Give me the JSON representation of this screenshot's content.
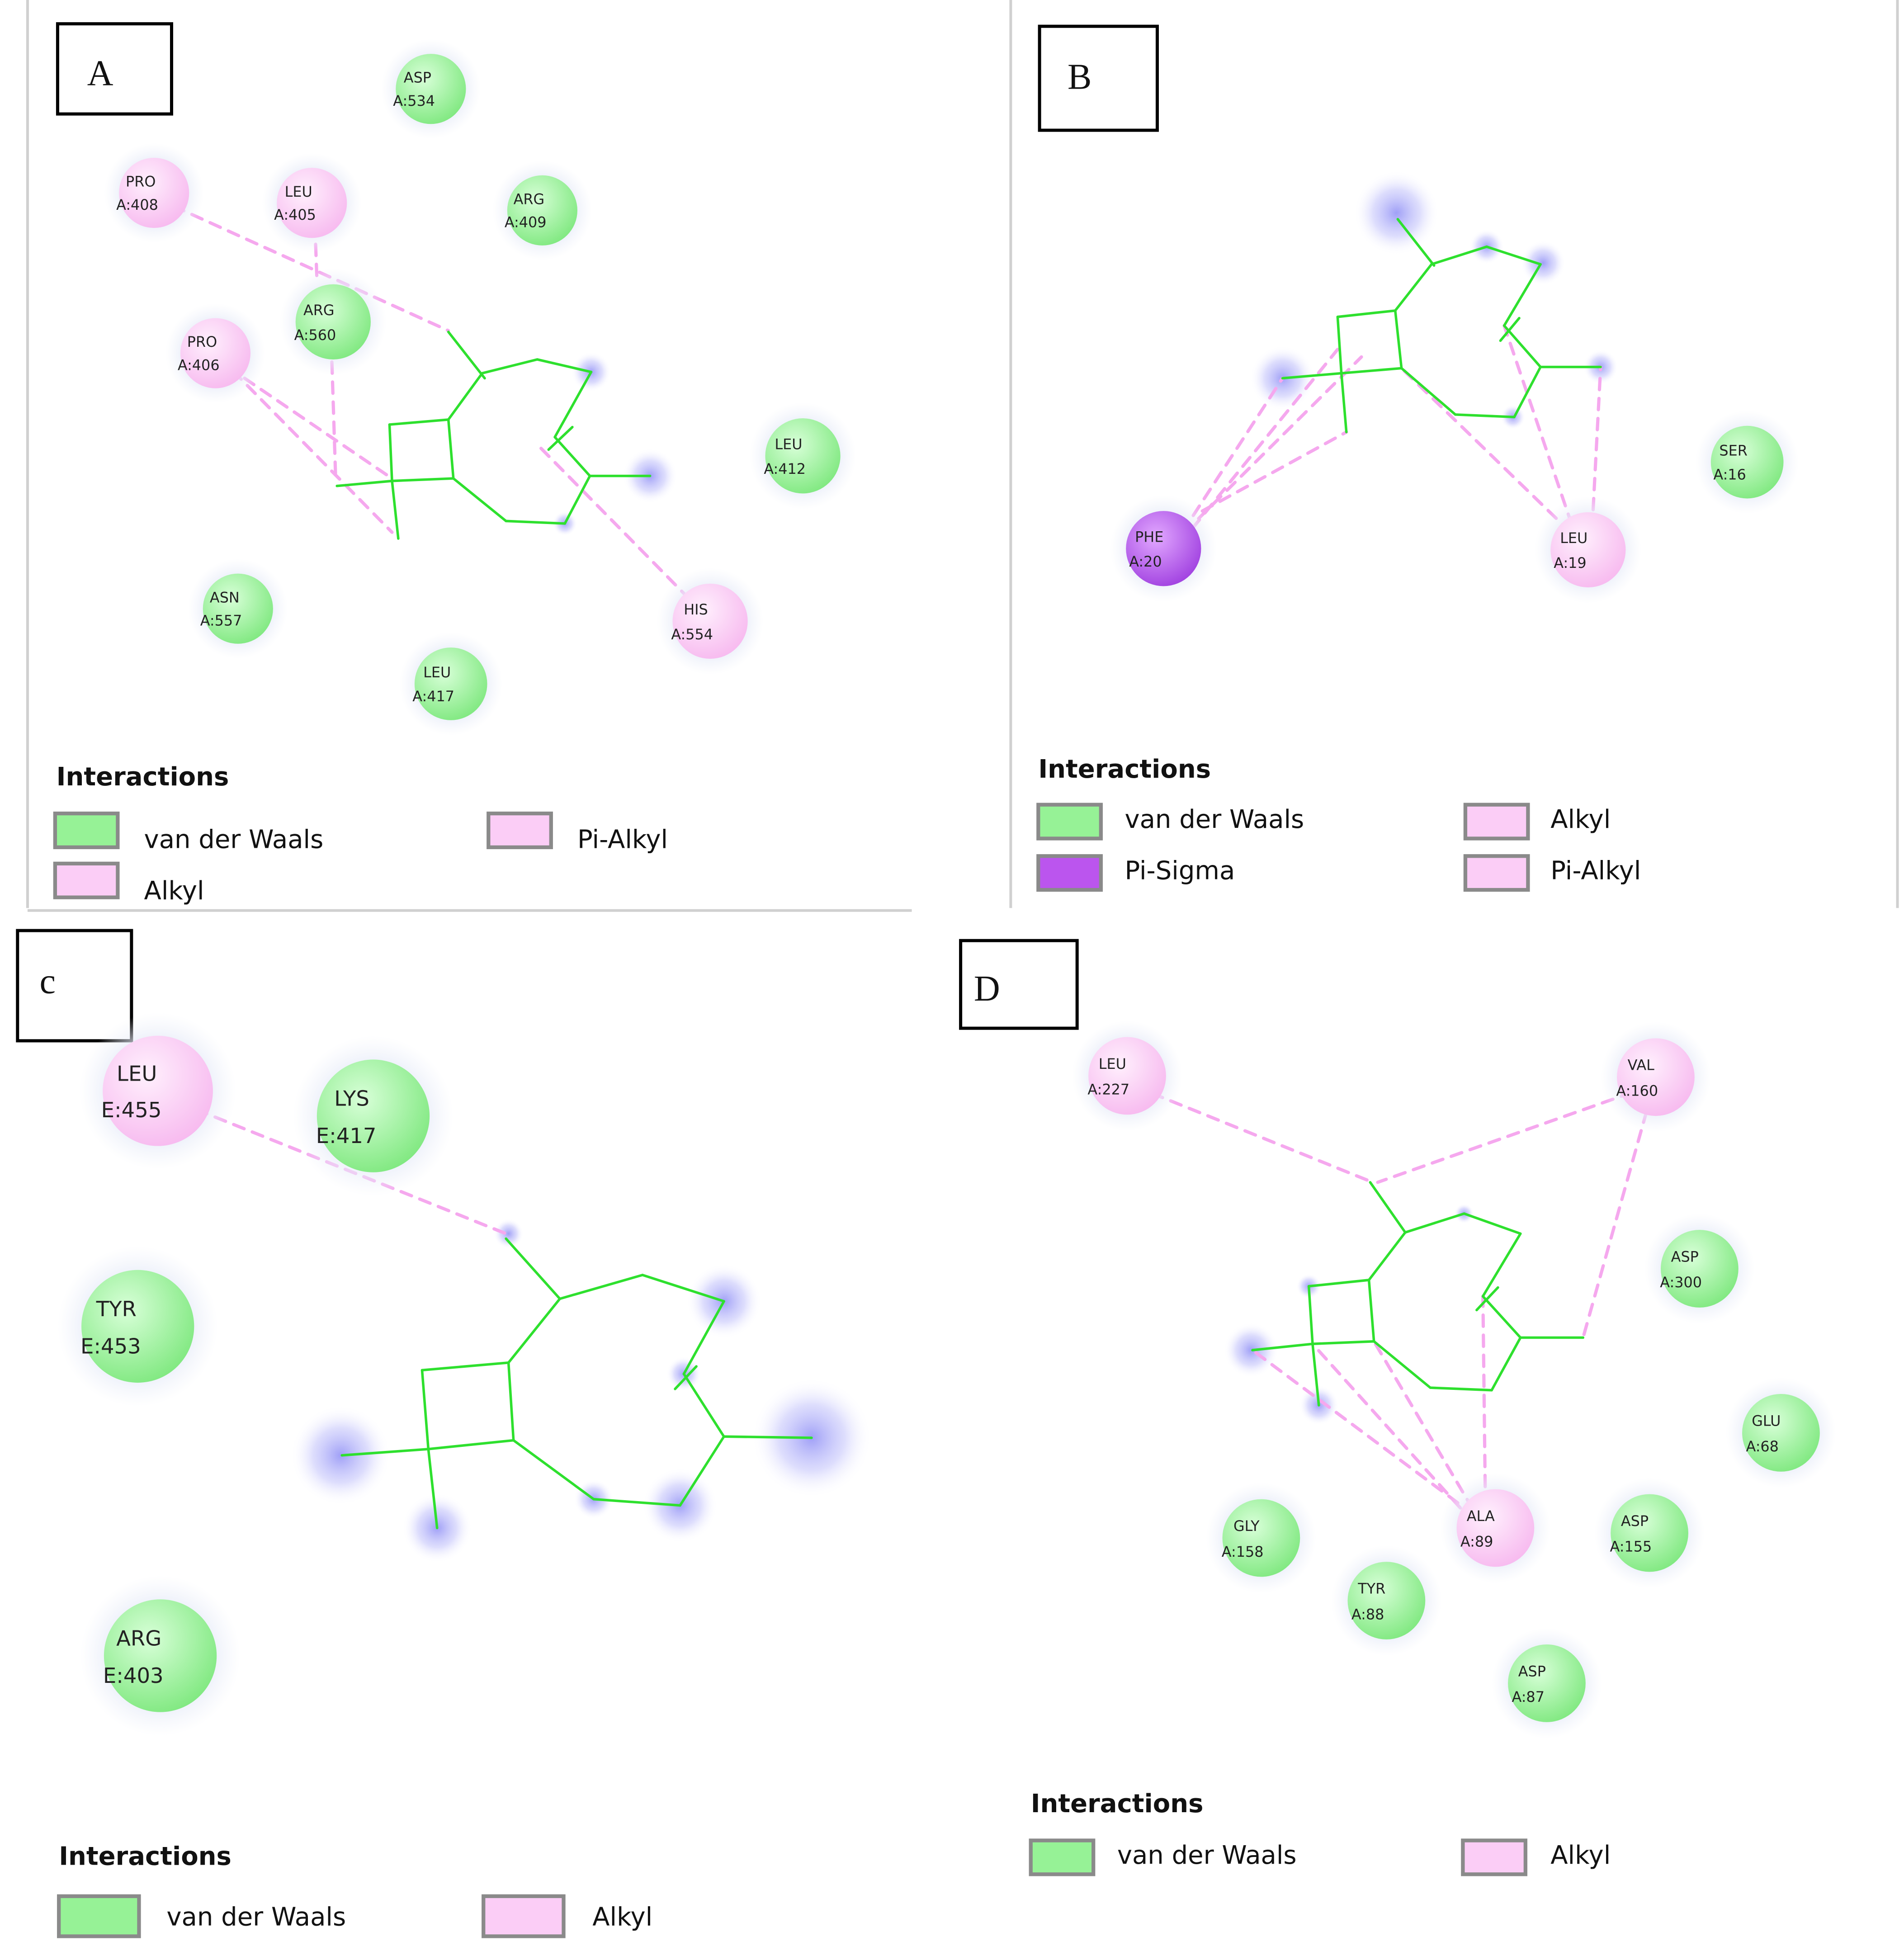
{
  "colors": {
    "vdw": "#96f296",
    "alkyl": "#fbcdf6",
    "pi_alkyl": "#fbcdf6",
    "pi_sigma": "#bb55ee",
    "bond": "#2ee02e",
    "interaction_line": "#f5a8ee",
    "glow": "#8888ff"
  },
  "panels": [
    {
      "id": "A",
      "label": "A",
      "residues": [
        {
          "name": "ASP",
          "num": "A:534",
          "type": "vdw"
        },
        {
          "name": "PRO",
          "num": "A:408",
          "type": "alkyl"
        },
        {
          "name": "LEU",
          "num": "A:405",
          "type": "alkyl"
        },
        {
          "name": "ARG",
          "num": "A:409",
          "type": "vdw"
        },
        {
          "name": "ARG",
          "num": "A:560",
          "type": "vdw"
        },
        {
          "name": "PRO",
          "num": "A:406",
          "type": "alkyl"
        },
        {
          "name": "LEU",
          "num": "A:412",
          "type": "vdw"
        },
        {
          "name": "ASN",
          "num": "A:557",
          "type": "vdw"
        },
        {
          "name": "HIS",
          "num": "A:554",
          "type": "pi_alkyl"
        },
        {
          "name": "LEU",
          "num": "A:417",
          "type": "vdw"
        }
      ],
      "legend": {
        "title": "Interactions",
        "items": [
          {
            "label": "van der Waals",
            "type": "vdw"
          },
          {
            "label": "Pi-Alkyl",
            "type": "pi_alkyl"
          },
          {
            "label": "Alkyl",
            "type": "alkyl"
          }
        ]
      }
    },
    {
      "id": "B",
      "label": "B",
      "residues": [
        {
          "name": "PHE",
          "num": "A:20",
          "type": "pi_sigma"
        },
        {
          "name": "LEU",
          "num": "A:19",
          "type": "alkyl"
        },
        {
          "name": "SER",
          "num": "A:16",
          "type": "vdw"
        }
      ],
      "legend": {
        "title": "Interactions",
        "items": [
          {
            "label": "van der Waals",
            "type": "vdw"
          },
          {
            "label": "Alkyl",
            "type": "alkyl"
          },
          {
            "label": "Pi-Sigma",
            "type": "pi_sigma"
          },
          {
            "label": "Pi-Alkyl",
            "type": "pi_alkyl"
          }
        ]
      }
    },
    {
      "id": "C",
      "label": "c",
      "residues": [
        {
          "name": "LEU",
          "num": "E:455",
          "type": "alkyl"
        },
        {
          "name": "LYS",
          "num": "E:417",
          "type": "vdw"
        },
        {
          "name": "TYR",
          "num": "E:453",
          "type": "vdw"
        },
        {
          "name": "ARG",
          "num": "E:403",
          "type": "vdw"
        }
      ],
      "legend": {
        "title": "Interactions",
        "items": [
          {
            "label": "van der Waals",
            "type": "vdw"
          },
          {
            "label": "Alkyl",
            "type": "alkyl"
          }
        ]
      }
    },
    {
      "id": "D",
      "label": "D",
      "residues": [
        {
          "name": "LEU",
          "num": "A:227",
          "type": "alkyl"
        },
        {
          "name": "VAL",
          "num": "A:160",
          "type": "alkyl"
        },
        {
          "name": "ASP",
          "num": "A:300",
          "type": "vdw"
        },
        {
          "name": "GLU",
          "num": "A:68",
          "type": "vdw"
        },
        {
          "name": "ASP",
          "num": "A:155",
          "type": "vdw"
        },
        {
          "name": "ALA",
          "num": "A:89",
          "type": "alkyl"
        },
        {
          "name": "GLY",
          "num": "A:158",
          "type": "vdw"
        },
        {
          "name": "TYR",
          "num": "A:88",
          "type": "vdw"
        },
        {
          "name": "ASP",
          "num": "A:87",
          "type": "vdw"
        }
      ],
      "legend": {
        "title": "Interactions",
        "items": [
          {
            "label": "van der Waals",
            "type": "vdw"
          },
          {
            "label": "Alkyl",
            "type": "alkyl"
          }
        ]
      }
    }
  ]
}
